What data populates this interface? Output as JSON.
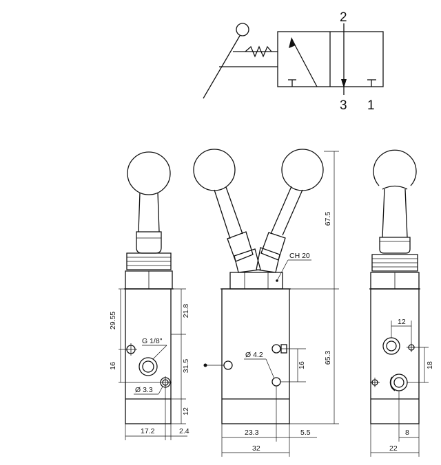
{
  "symbol": {
    "port_top": "2",
    "port_bottom_left": "3",
    "port_bottom_right": "1"
  },
  "side_view": {
    "dim_29_55": "29.55",
    "dim_16": "16",
    "dim_21_8": "21.8",
    "dim_31_5": "31.5",
    "dim_12": "12",
    "dim_17_2": "17.2",
    "dim_2_4": "2.4",
    "thread_label": "G 1/8\"",
    "hole_label": "Ø 3.3"
  },
  "front_view": {
    "hex_label": "CH 20",
    "hole_label": "Ø 4.2",
    "dim_16": "16",
    "dim_23_3": "23.3",
    "dim_5_5": "5.5",
    "dim_32": "32",
    "dim_67_5": "67.5",
    "dim_65_3": "65.3"
  },
  "rear_view": {
    "dim_12": "12",
    "dim_18": "18",
    "dim_8": "8",
    "dim_22": "22"
  }
}
